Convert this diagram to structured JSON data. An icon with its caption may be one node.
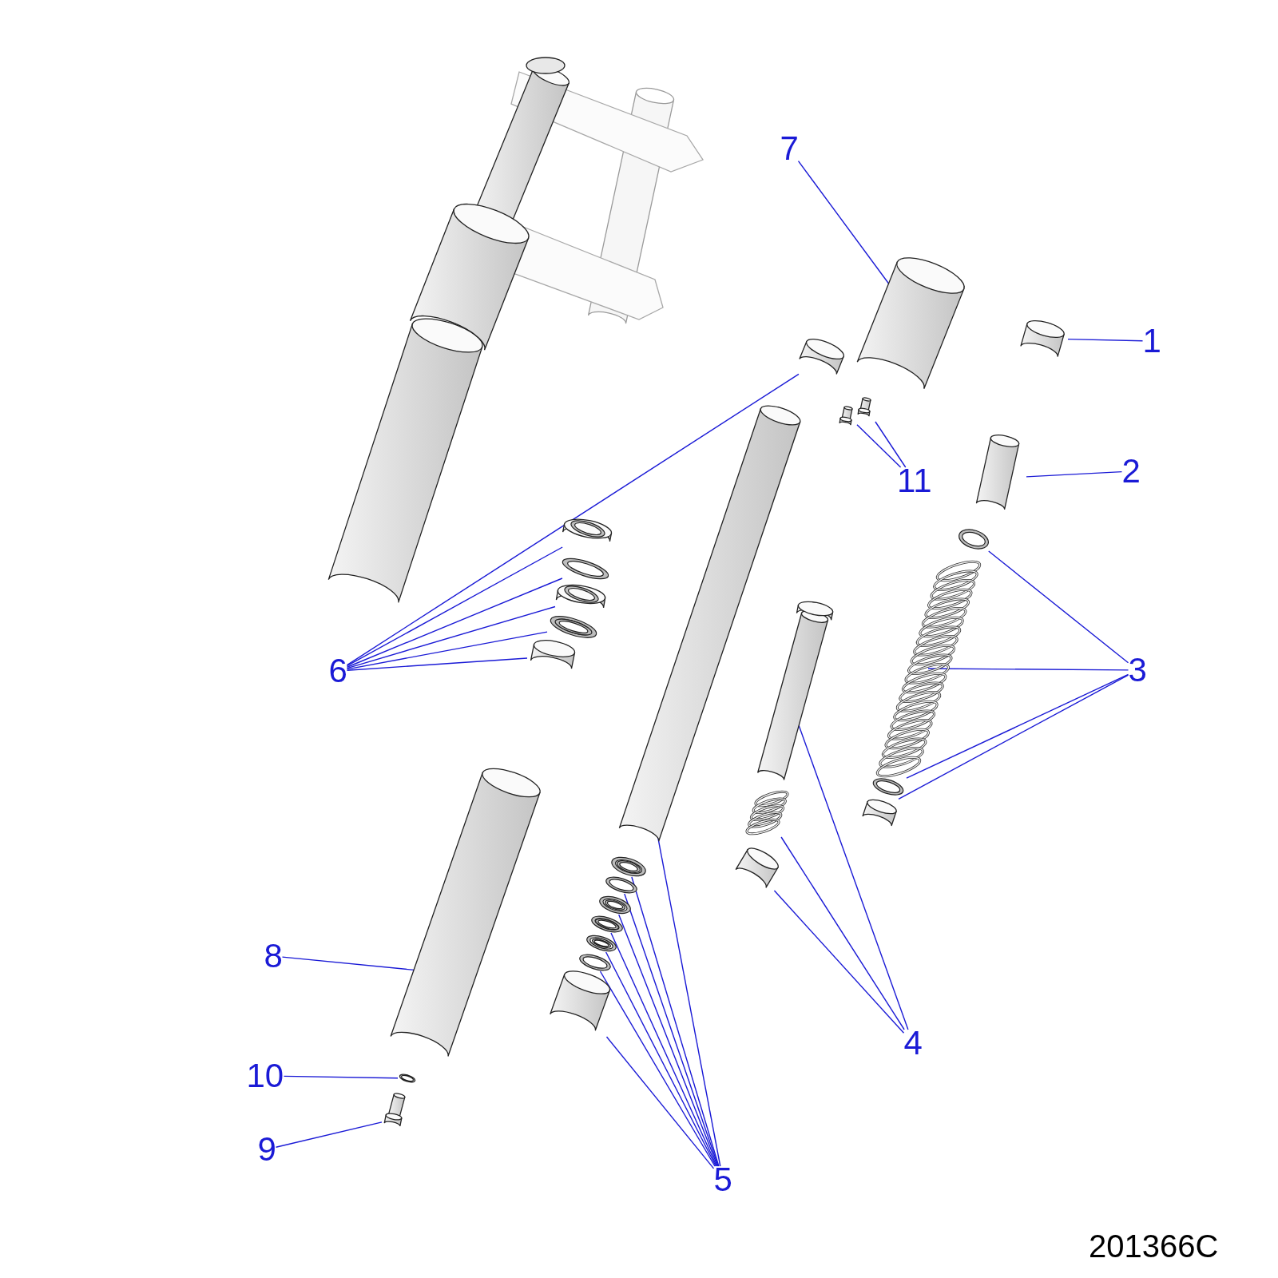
{
  "diagram": {
    "nodes": [
      {
        "text": [
          "1"
        ]
      },
      {
        "text": [],
        "shape": "picture"
      },
      {
        "text": [
          "2"
        ]
      },
      {
        "text": [],
        "shape": "picture"
      },
      {
        "text": [
          "3"
        ]
      },
      {
        "text": [],
        "shape": "circle"
      },
      {
        "text": [],
        "shape": "picture"
      },
      {
        "text": [],
        "shape": "circle"
      },
      {
        "text": [],
        "shape": "picture"
      },
      {
        "text": [
          "4"
        ]
      },
      {
        "text": [],
        "shape": "picture"
      },
      {
        "text": [],
        "shape": "picture"
      },
      {
        "text": [],
        "shape": "picture"
      },
      {
        "text": [
          "5"
        ]
      },
      {
        "text": [],
        "shape": "picture"
      },
      {
        "text": [],
        "shape": "picture"
      },
      {
        "text": [],
        "shape": "circle"
      },
      {
        "text": [],
        "shape": "picture"
      },
      {
        "text": [],
        "shape": "picture"
      },
      {
        "text": [],
        "shape": "picture"
      },
      {
        "text": [],
        "shape": "circle"
      },
      {
        "text": [],
        "shape": "picture"
      },
      {
        "text": [
          "6"
        ]
      },
      {
        "text": [],
        "shape": "picture"
      },
      {
        "text": [],
        "shape": "picture"
      },
      {
        "text": [],
        "shape": "circle"
      },
      {
        "text": [],
        "shape": "picture"
      },
      {
        "text": [],
        "shape": "picture"
      },
      {
        "text": [],
        "shape": "picture"
      },
      {
        "text": [
          "7"
        ]
      },
      {
        "text": [],
        "shape": "picture"
      },
      {
        "text": [
          "8"
        ]
      },
      {
        "text": [],
        "shape": "picture"
      },
      {
        "text": [
          "9"
        ]
      },
      {
        "text": [],
        "shape": "picture"
      },
      {
        "text": [
          "10"
        ]
      },
      {
        "text": [],
        "shape": "circle"
      },
      {
        "text": [
          "11"
        ]
      },
      {
        "text": [],
        "shape": "picture"
      },
      {
        "text": [],
        "shape": "picture"
      }
    ],
    "edges": [
      {
        "from": 0,
        "to": 1,
        "arrow": "none"
      },
      {
        "from": 2,
        "to": 3,
        "arrow": "none"
      },
      {
        "from": 4,
        "to": 5,
        "arrow": "none"
      },
      {
        "from": 4,
        "to": 6,
        "arrow": "none"
      },
      {
        "from": 4,
        "to": 7,
        "arrow": "none"
      },
      {
        "from": 4,
        "to": 8,
        "arrow": "none"
      },
      {
        "from": 9,
        "to": 10,
        "arrow": "none"
      },
      {
        "from": 9,
        "to": 11,
        "arrow": "none"
      },
      {
        "from": 9,
        "to": 12,
        "arrow": "none"
      },
      {
        "from": 13,
        "to": 14,
        "arrow": "none"
      },
      {
        "from": 13,
        "to": 15,
        "arrow": "none"
      },
      {
        "from": 13,
        "to": 16,
        "arrow": "none"
      },
      {
        "from": 13,
        "to": 17,
        "arrow": "none"
      },
      {
        "from": 13,
        "to": 18,
        "arrow": "none"
      },
      {
        "from": 13,
        "to": 19,
        "arrow": "none"
      },
      {
        "from": 13,
        "to": 20,
        "arrow": "none"
      },
      {
        "from": 13,
        "to": 21,
        "arrow": "none"
      },
      {
        "from": 22,
        "to": 23,
        "arrow": "none"
      },
      {
        "from": 22,
        "to": 24,
        "arrow": "none"
      },
      {
        "from": 22,
        "to": 25,
        "arrow": "none"
      },
      {
        "from": 22,
        "to": 26,
        "arrow": "none"
      },
      {
        "from": 22,
        "to": 27,
        "arrow": "none"
      },
      {
        "from": 22,
        "to": 28,
        "arrow": "none"
      },
      {
        "from": 29,
        "to": 30,
        "arrow": "none"
      },
      {
        "from": 31,
        "to": 32,
        "arrow": "none"
      },
      {
        "from": 33,
        "to": 34,
        "arrow": "none"
      },
      {
        "from": 35,
        "to": 36,
        "arrow": "none"
      },
      {
        "from": 37,
        "to": 38,
        "arrow": "none"
      },
      {
        "from": 37,
        "to": 39,
        "arrow": "none"
      }
    ],
    "labels": [
      "201366C"
    ]
  }
}
